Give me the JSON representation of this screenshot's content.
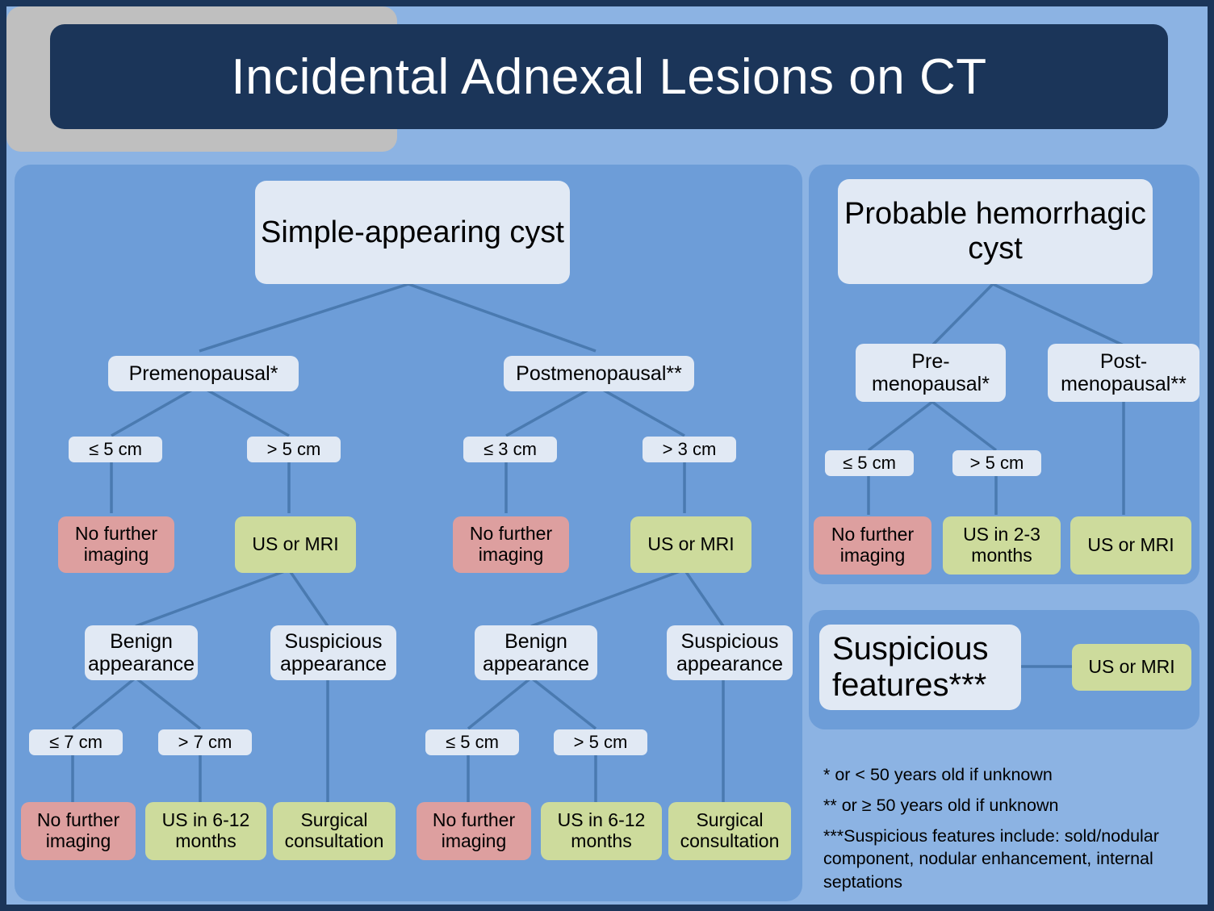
{
  "title": "Incidental Adnexal Lesions on CT",
  "left_panel": {
    "root": "Simple-appearing cyst",
    "branches": [
      {
        "label": "Premenopausal*",
        "sizes": [
          "≤ 5 cm",
          "> 5 cm"
        ],
        "outcomes": [
          "No further imaging",
          "US or MRI"
        ],
        "appearances": [
          "Benign appearance",
          "Suspicious appearance"
        ],
        "sub_sizes": [
          "≤ 7 cm",
          "> 7 cm"
        ],
        "leaves": [
          "No further imaging",
          "US in 6-12 months",
          "Surgical consultation"
        ]
      },
      {
        "label": "Postmenopausal**",
        "sizes": [
          "≤ 3 cm",
          "> 3 cm"
        ],
        "outcomes": [
          "No further imaging",
          "US or MRI"
        ],
        "appearances": [
          "Benign appearance",
          "Suspicious appearance"
        ],
        "sub_sizes": [
          "≤ 5 cm",
          "> 5 cm"
        ],
        "leaves": [
          "No further imaging",
          "US in 6-12 months",
          "Surgical consultation"
        ]
      }
    ]
  },
  "hemorrhagic_panel": {
    "root": "Probable hemorrhagic cyst",
    "pre_label": "Pre-menopausal*",
    "post_label": "Post-menopausal**",
    "sizes": [
      "≤ 5 cm",
      "> 5 cm"
    ],
    "leaves": [
      "No further imaging",
      "US in 2-3 months",
      "US or MRI"
    ]
  },
  "suspicious_panel": {
    "title": "Suspicious features***",
    "action": "US or MRI"
  },
  "notes": [
    "* or < 50 years old if unknown",
    "** or ≥ 50 years old if unknown",
    "***Suspicious features include: sold/nodular component, nodular enhancement, internal septations"
  ],
  "colors": {
    "page_background": "#8cb3e3",
    "outer_border": "#1b3559",
    "panel": "#6d9dd8",
    "title_bar": "#1b3559",
    "node_neutral": "#e1e9f4",
    "node_stop": "#dd9f9f",
    "node_action": "#cddb9c",
    "notes_background": "#bfbfbf",
    "connector": "#4a7ab0"
  }
}
